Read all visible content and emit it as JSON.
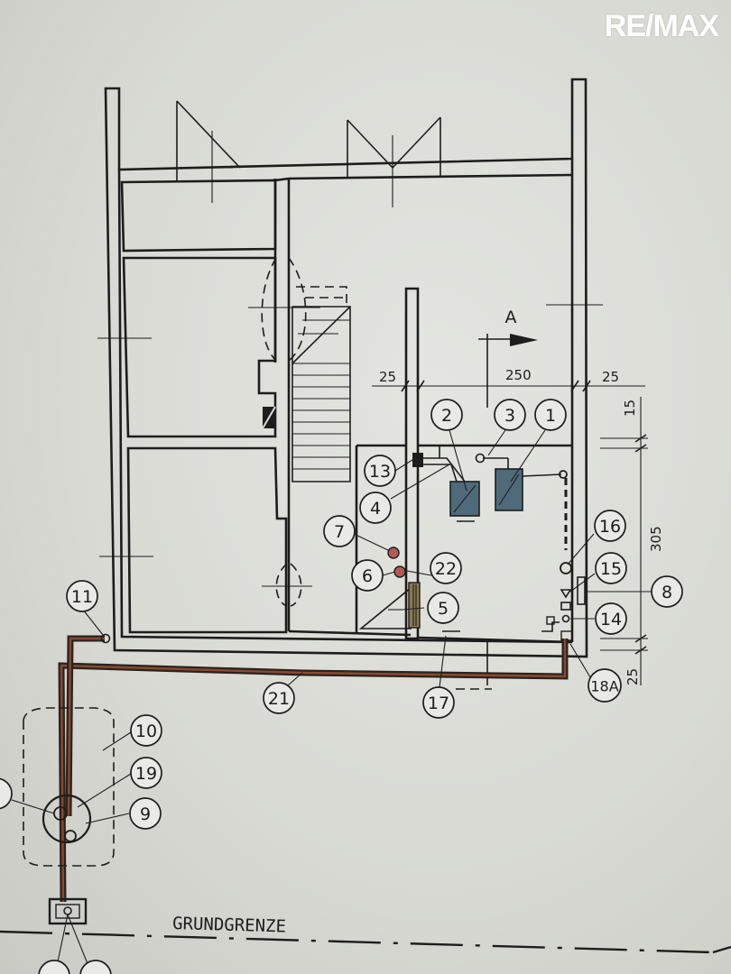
{
  "logo": {
    "text": "RE/MAX"
  },
  "labels": {
    "section_marker": "A",
    "property_boundary": "GRUNDGRENZE"
  },
  "dimensions": {
    "d_left_25": "25",
    "d_250": "250",
    "d_right_25": "25",
    "d_15": "15",
    "d_305": "305",
    "d_bottom_25": "25"
  },
  "callouts": {
    "c1": "1",
    "c2": "2",
    "c3": "3",
    "c4": "4",
    "c5": "5",
    "c6": "6",
    "c7": "7",
    "c8": "8",
    "c9": "9",
    "c10": "10",
    "c11": "11",
    "c13": "13",
    "c14": "14",
    "c15": "15",
    "c16": "16",
    "c17": "17",
    "c18a": "18A",
    "c19": "19",
    "c21": "21",
    "c22": "22"
  },
  "colors": {
    "pipe_copper": "#8a4a2e",
    "pen": "#1d1d1d",
    "paper": "#d9dad5",
    "logo": "#ffffff"
  }
}
